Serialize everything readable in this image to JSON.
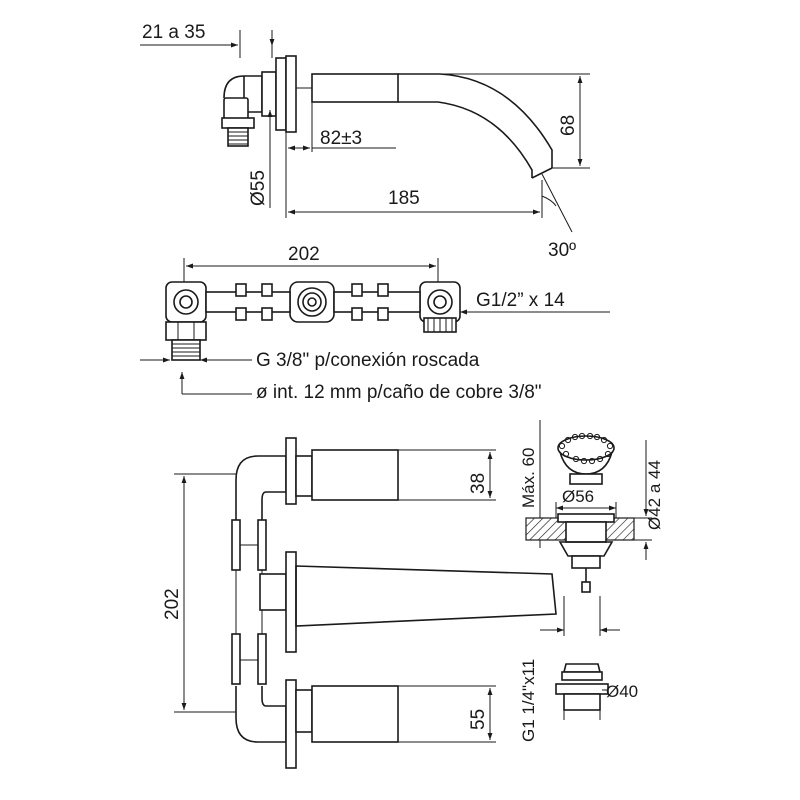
{
  "dimensions": {
    "flange_range": "21 a 35",
    "outlet_offset": "82±3",
    "diameter_55": "Ø55",
    "total_length": "185",
    "height_68": "68",
    "angle": "30º",
    "valve_spacing": "202",
    "thread_half": "G1/2” x 14",
    "thread_38": "G 3/8\" p/conexión roscada",
    "copper_pipe": "ø int. 12 mm p/caño de cobre 3/8\"",
    "front_202": "202",
    "front_38": "38",
    "front_55": "55",
    "max_60": "Máx. 60",
    "diameter_56": "Ø56",
    "diameter_42_44": "Ø42 a 44",
    "thread_g1": "G1 1/4\"x11",
    "diameter_40": "Ø40"
  }
}
